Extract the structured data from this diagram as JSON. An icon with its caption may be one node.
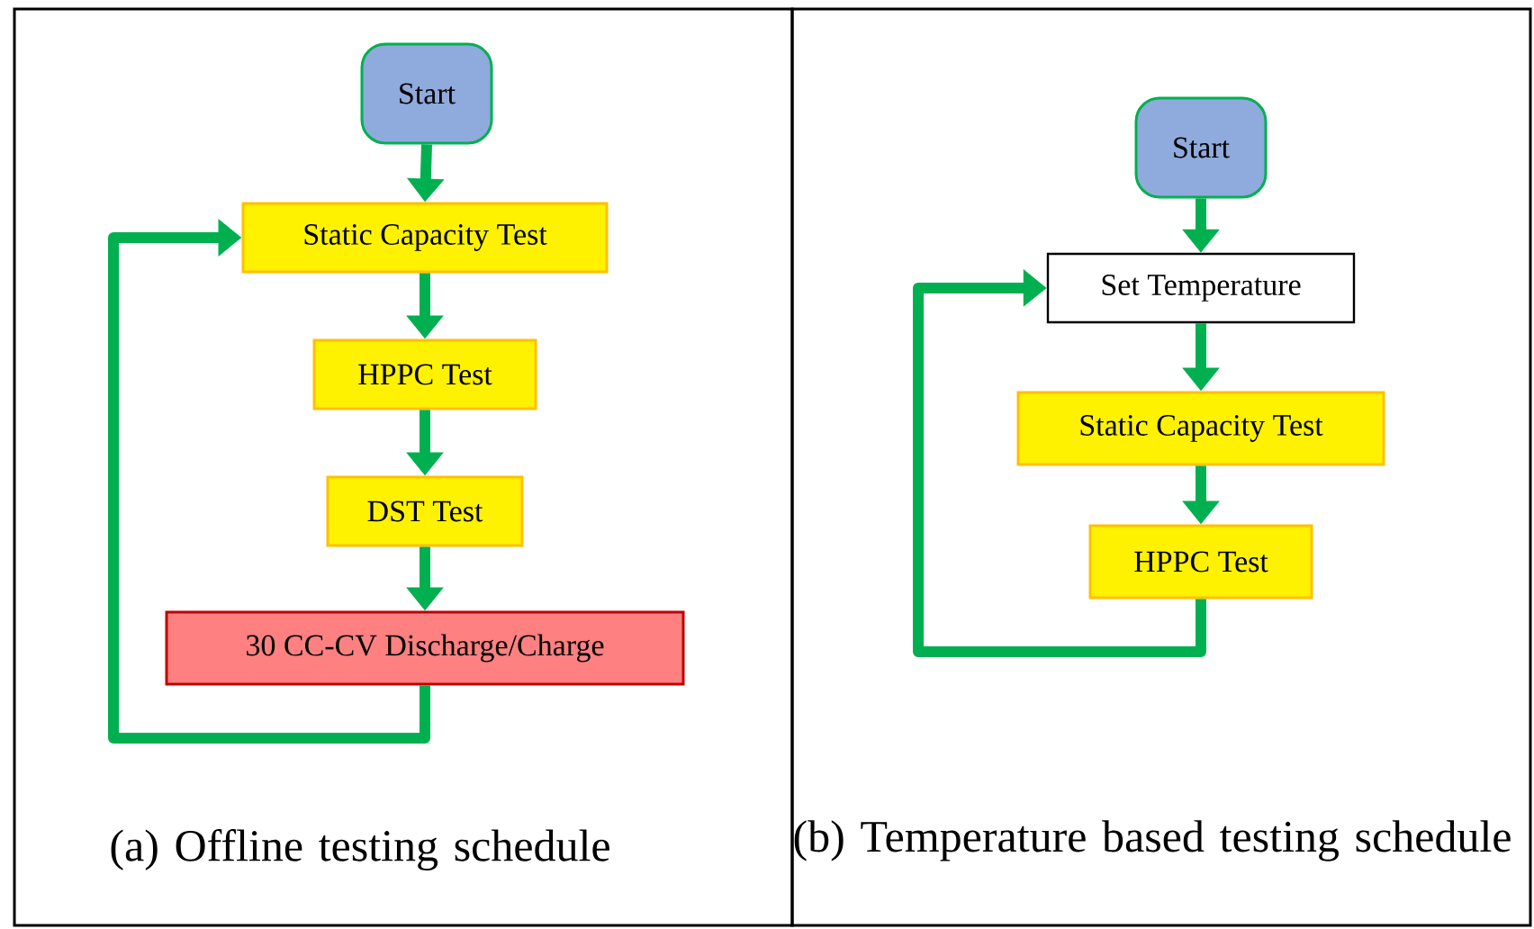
{
  "diagram": {
    "nodes": [
      {
        "text": [
          "(a) Offline testing schedule"
        ]
      },
      {
        "text": [
          "Start"
        ],
        "in": 0
      },
      {
        "text": [
          "Static Capacity Test"
        ],
        "in": 0
      },
      {
        "text": [
          "HPPC Test"
        ],
        "in": 0
      },
      {
        "text": [
          "DST Test"
        ],
        "in": 0
      },
      {
        "text": [
          "30 CC-CV Discharge/Charge"
        ],
        "in": 0
      },
      {
        "text": [
          "(b) Temperature based testing schedule"
        ]
      },
      {
        "text": [
          "Start"
        ],
        "in": 6
      },
      {
        "text": [
          "Set Temperature"
        ],
        "in": 6
      },
      {
        "text": [
          "Static Capacity Test"
        ],
        "in": 6
      },
      {
        "text": [
          "HPPC Test"
        ],
        "in": 6
      }
    ],
    "edges": [
      {
        "from": 1,
        "to": 2,
        "arrow": "to"
      },
      {
        "from": 2,
        "to": 3,
        "arrow": "to"
      },
      {
        "from": 3,
        "to": 4,
        "arrow": "to"
      },
      {
        "from": 4,
        "to": 5,
        "arrow": "to"
      },
      {
        "from": 5,
        "to": 2,
        "arrow": "to"
      },
      {
        "from": 7,
        "to": 8,
        "arrow": "to"
      },
      {
        "from": 8,
        "to": 9,
        "arrow": "to"
      },
      {
        "from": 9,
        "to": 10,
        "arrow": "to"
      },
      {
        "from": 10,
        "to": 8,
        "arrow": "to"
      }
    ]
  }
}
